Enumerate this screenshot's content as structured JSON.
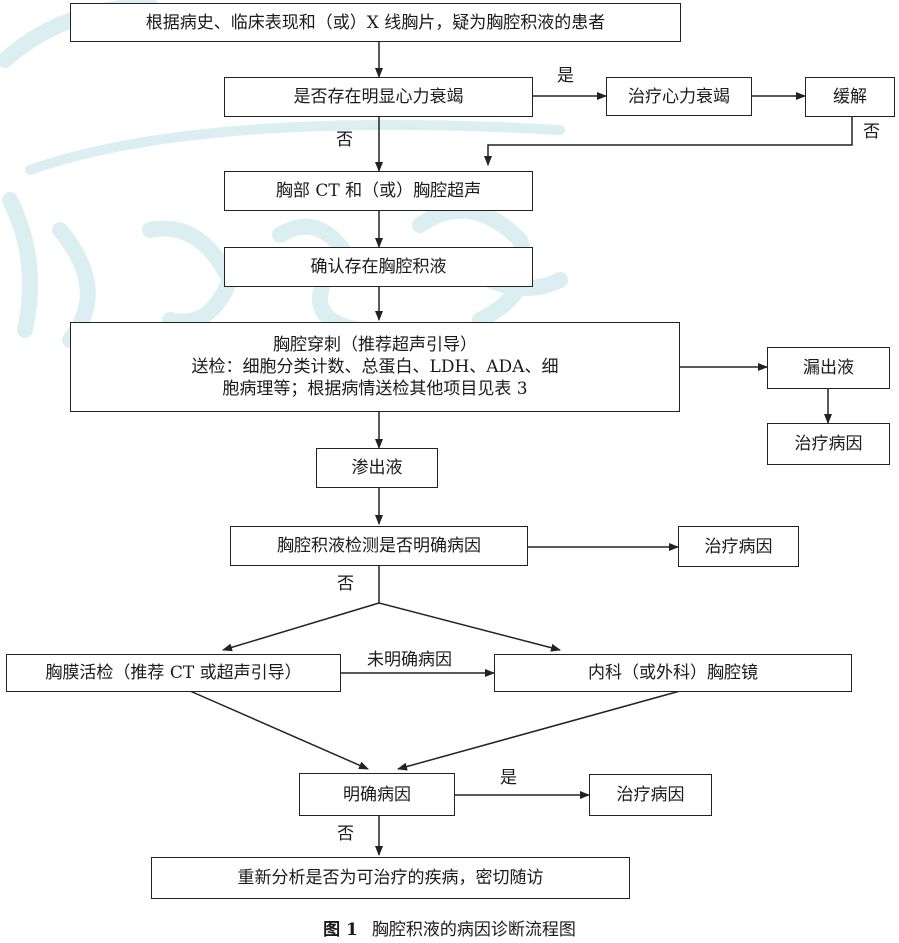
{
  "nodes": {
    "n1": "根据病史、临床表现和（或）X 线胸片，疑为胸腔积液的患者",
    "n2": "是否存在明显心力衰竭",
    "n3": "治疗心力衰竭",
    "n4": "缓解",
    "n5": "胸部 CT 和（或）胸腔超声",
    "n6": "确认存在胸腔积液",
    "n7": {
      "line1": "胸腔穿刺（推荐超声引导）",
      "line2": "送检：细胞分类计数、总蛋白、LDH、ADA、细",
      "line3": "胞病理等；根据病情送检其他项目见表 3"
    },
    "n8": "漏出液",
    "n9": "治疗病因",
    "n10": "渗出液",
    "n11": "胸腔积液检测是否明确病因",
    "n12": "治疗病因",
    "n13": "胸膜活检（推荐 CT 或超声引导）",
    "n14": "内科（或外科）胸腔镜",
    "n15": "明确病因",
    "n16": "治疗病因",
    "n17": "重新分析是否为可治疗的疾病，密切随访"
  },
  "edge_labels": {
    "yes_heart": "是",
    "no_heart": "否",
    "no_relief": "否",
    "no_cause": "否",
    "unclear_cause": "未明确病因",
    "yes_cause": "是",
    "no_final": "否"
  },
  "caption": {
    "figure_no": "图 1",
    "title": "胸腔积液的病因诊断流程图"
  },
  "watermark_color": "#d8edf0"
}
